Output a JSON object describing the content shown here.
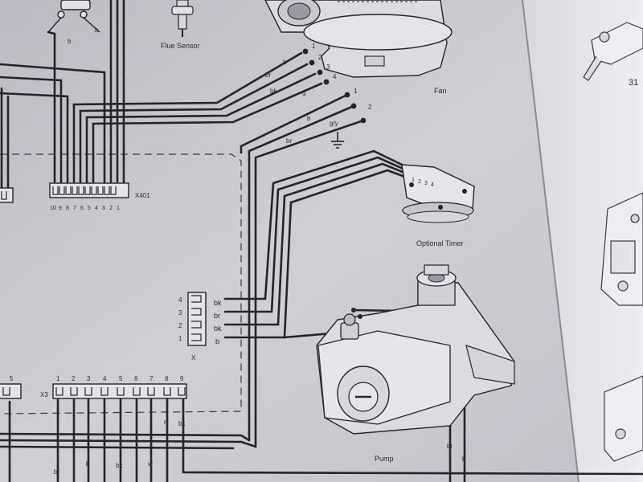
{
  "components": {
    "flue_sensor": "Flue Sensor",
    "fan": "Fan",
    "optional_timer": "Optional Timer",
    "pump": "Pump",
    "right_page_number": "31"
  },
  "connectors": {
    "x401": {
      "name": "X401",
      "pins": [
        "10",
        "9",
        "8",
        "7",
        "6",
        "5",
        "4",
        "3",
        "2",
        "1"
      ]
    },
    "x3": {
      "name": "X3",
      "pins": [
        "1",
        "2",
        "3",
        "4",
        "5",
        "6",
        "7",
        "8",
        "9"
      ]
    },
    "x": {
      "name": "X",
      "pins": [
        "4",
        "3",
        "2",
        "1"
      ],
      "wire_colors": [
        "bk",
        "br",
        "bk",
        "b"
      ]
    },
    "left_partial": {
      "pin": "5"
    }
  },
  "fan_terminals": {
    "numbers": [
      "1",
      "2",
      "3",
      "4"
    ],
    "wire_colors": [
      "br",
      "b",
      "bk",
      "g"
    ]
  },
  "pump_terminals": {
    "numbers": [
      "1",
      "2"
    ],
    "wire_colors": [
      "b",
      "br",
      "g/y"
    ]
  },
  "timer_terminals": [
    "1",
    "2",
    "3",
    "4"
  ],
  "wire_labels": {
    "top_left": [
      "b",
      "b"
    ],
    "pump_out": [
      "br",
      "b"
    ],
    "bottom": [
      "br",
      "b",
      "bk",
      "w",
      "r",
      "bk"
    ]
  },
  "colors": {
    "paper": "#c9c9cf",
    "ink": "#24242a",
    "right_page": "#e6e6ea"
  }
}
